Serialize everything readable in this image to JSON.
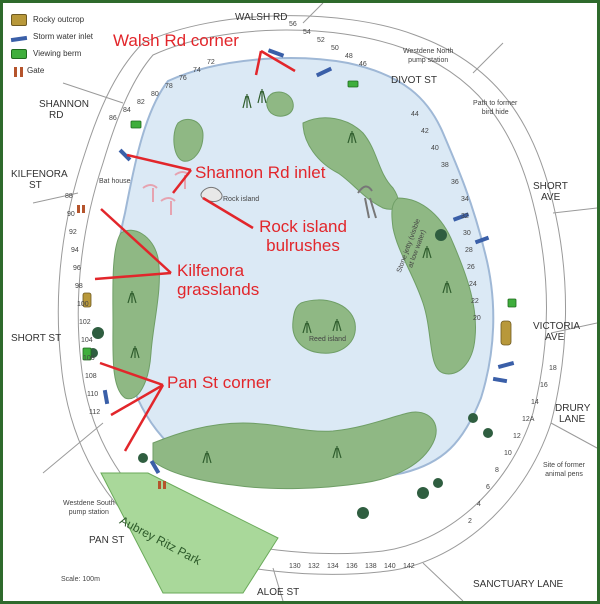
{
  "legend": {
    "rocky_outcrop": "Rocky outcrop",
    "storm_water_inlet": "Storm water inlet",
    "viewing_berm": "Viewing berm",
    "gate": "Gate"
  },
  "callouts": {
    "walsh_rd_corner": "Walsh Rd corner",
    "shannon_rd_inlet": "Shannon Rd inlet",
    "rock_island_bulrushes_1": "Rock island",
    "rock_island_bulrushes_2": "bulrushes",
    "kilfenora_grasslands_1": "Kilfenora",
    "kilfenora_grasslands_2": "grasslands",
    "pan_st_corner": "Pan St corner"
  },
  "streets": {
    "walsh_rd": "WALSH RD",
    "divot_st": "DIVOT ST",
    "shannon_rd_1": "SHANNON",
    "shannon_rd_2": "RD",
    "kilfenora_st_1": "KILFENORA",
    "kilfenora_st_2": "ST",
    "short_ave_1": "SHORT",
    "short_ave_2": "AVE",
    "victoria_ave_1": "VICTORIA",
    "victoria_ave_2": "AVE",
    "short_st": "SHORT ST",
    "drury_lane_1": "DRURY",
    "drury_lane_2": "LANE",
    "pan_st": "PAN ST",
    "aloe_st": "ALOE ST",
    "sanctuary_lane": "SANCTUARY LANE",
    "aubrey_ritz_park": "Aubrey Ritz Park"
  },
  "labels": {
    "westdene_north_1": "Westdene North",
    "westdene_north_2": "pump station",
    "path_bird_hide_1": "Path to former",
    "path_bird_hide_2": "bird hide",
    "bat_house": "Bat house",
    "rock_island": "Rock island",
    "reed_island": "Reed island",
    "stone_jetty": "Stone jetty (visible",
    "stone_jetty_2": "at low water)",
    "westdene_south_1": "Westdene South",
    "westdene_south_2": "pump station",
    "animal_pens_1": "Site of former",
    "animal_pens_2": "animal pens",
    "scale": "Scale: 100m"
  },
  "house_numbers": {
    "walsh": [
      "56",
      "54",
      "52",
      "50",
      "48",
      "46"
    ],
    "shannon_top": [
      "72",
      "74",
      "76",
      "78",
      "80",
      "82",
      "84",
      "86"
    ],
    "east": [
      "44",
      "42",
      "40",
      "38",
      "36",
      "34",
      "32",
      "30",
      "28",
      "26",
      "24",
      "22",
      "20"
    ],
    "west": [
      "88",
      "90",
      "92",
      "94",
      "96",
      "98",
      "100",
      "102",
      "104",
      "106",
      "108",
      "110",
      "112"
    ],
    "south": [
      "130",
      "132",
      "134",
      "136",
      "138",
      "140",
      "142"
    ],
    "southeast": [
      "18",
      "16",
      "14",
      "12A",
      "12",
      "10",
      "8",
      "6",
      "4",
      "2"
    ]
  },
  "colors": {
    "lake": "#dbe9f5",
    "lake_edge": "#9fb8d6",
    "vegetation": "#8fb884",
    "vegetation_dark": "#3a6b38",
    "callout": "#e2262b",
    "frame": "#2e6a2c",
    "park": "#a9d89a",
    "inlet": "#3a5fa8",
    "berm": "#3fae3c",
    "rock": "#b8983a"
  }
}
